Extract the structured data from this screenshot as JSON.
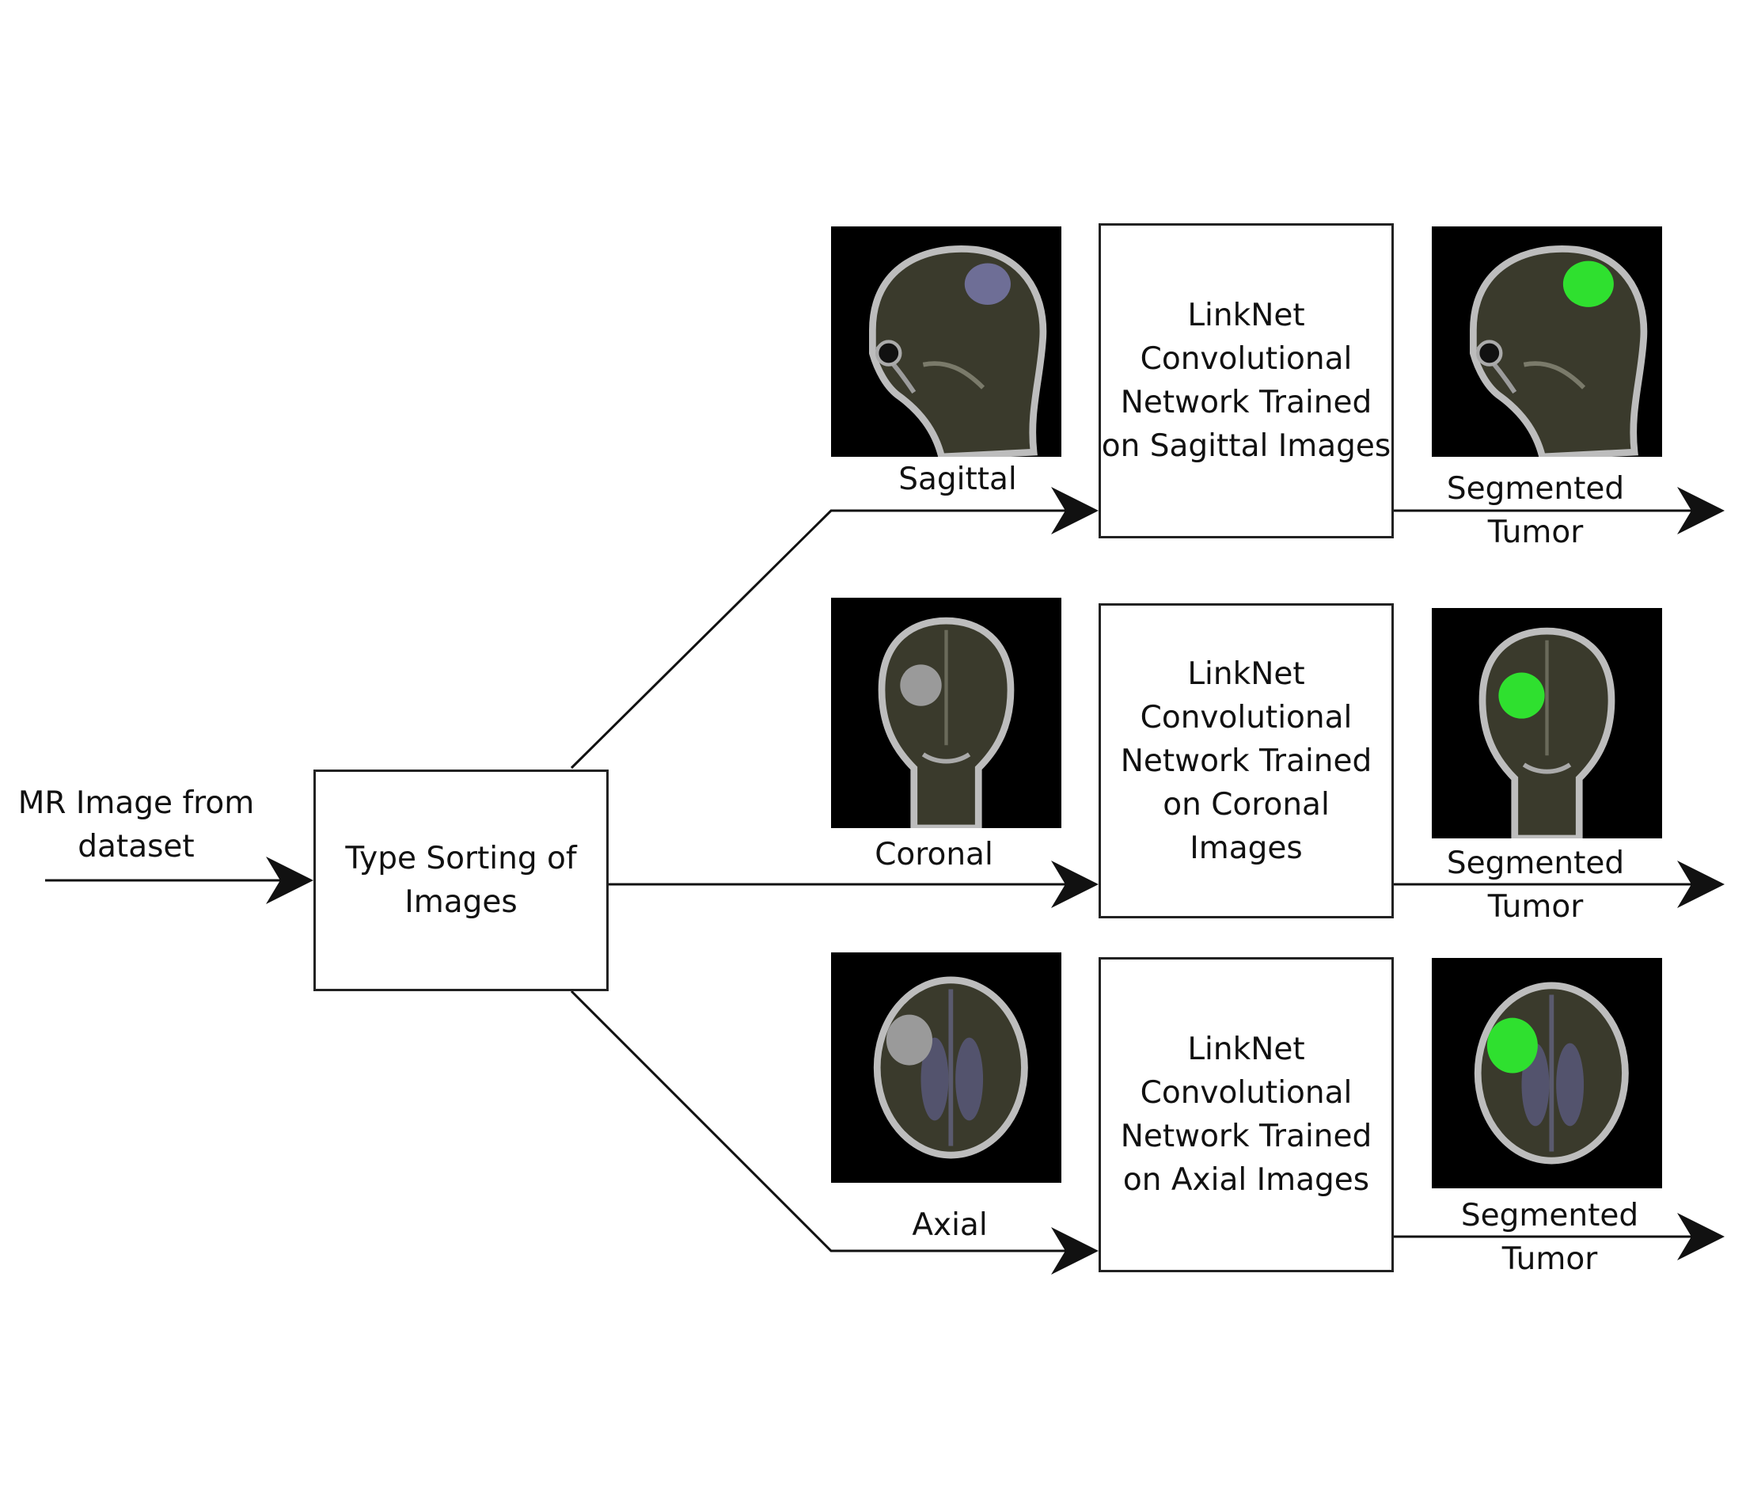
{
  "input": {
    "label_line1": "MR Image from",
    "label_line2": "dataset"
  },
  "sorter": {
    "line1": "Type Sorting of",
    "line2": "Images"
  },
  "branches": [
    {
      "view": "Sagittal",
      "network": [
        "LinkNet",
        "Convolutional",
        "Network Trained",
        "on Sagittal Images"
      ],
      "output": [
        "Segmented",
        "Tumor"
      ]
    },
    {
      "view": "Coronal",
      "network": [
        "LinkNet",
        "Convolutional",
        "Network Trained",
        "on Coronal",
        "Images"
      ],
      "output": [
        "Segmented",
        "Tumor"
      ]
    },
    {
      "view": "Axial",
      "network": [
        "LinkNet",
        "Convolutional",
        "Network Trained",
        "on Axial Images"
      ],
      "output": [
        "Segmented",
        "Tumor"
      ]
    }
  ],
  "colors": {
    "line": "#111111",
    "tumor_highlight": "#2fe02f",
    "tumor_raw": "#9a9a9a",
    "tissue": "#3a3a2c"
  }
}
